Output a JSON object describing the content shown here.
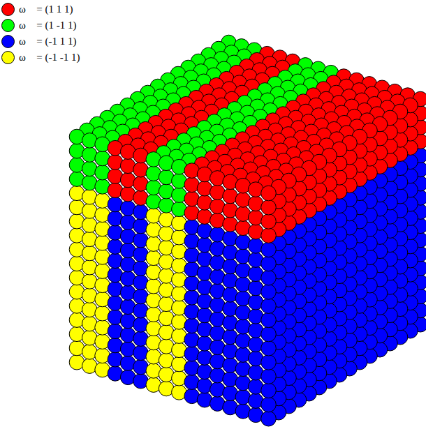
{
  "diagram": {
    "legend": [
      {
        "text": "ω⃗ = (1 1 1)",
        "color": "#ff0000"
      },
      {
        "text": "ω⃗ = (1 -1 1)",
        "color": "#00ff00"
      },
      {
        "text": "ω⃗ = (-1 1 1)",
        "color": "#0000ff"
      },
      {
        "text": "ω⃗ = (-1 -1 1)",
        "color": "#ffff00"
      }
    ]
  }
}
